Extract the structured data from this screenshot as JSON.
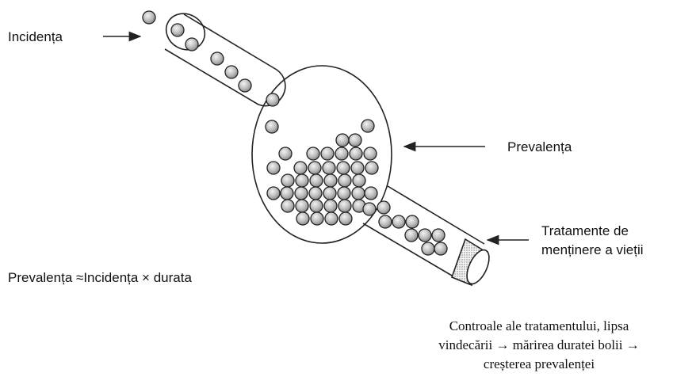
{
  "labels": {
    "incidence": "Incidența",
    "prevalence": "Prevalența",
    "treatment_line1": "Tratamente de",
    "treatment_line2": "menținere a vieții",
    "formula": "Prevalența ≈Incidența × durata",
    "note_line1": "Controale ale tratamentului, lipsa",
    "note_line2": "vindecării → mărirea duratei bolii →",
    "note_line3": "creșterea prevalenței"
  }
}
